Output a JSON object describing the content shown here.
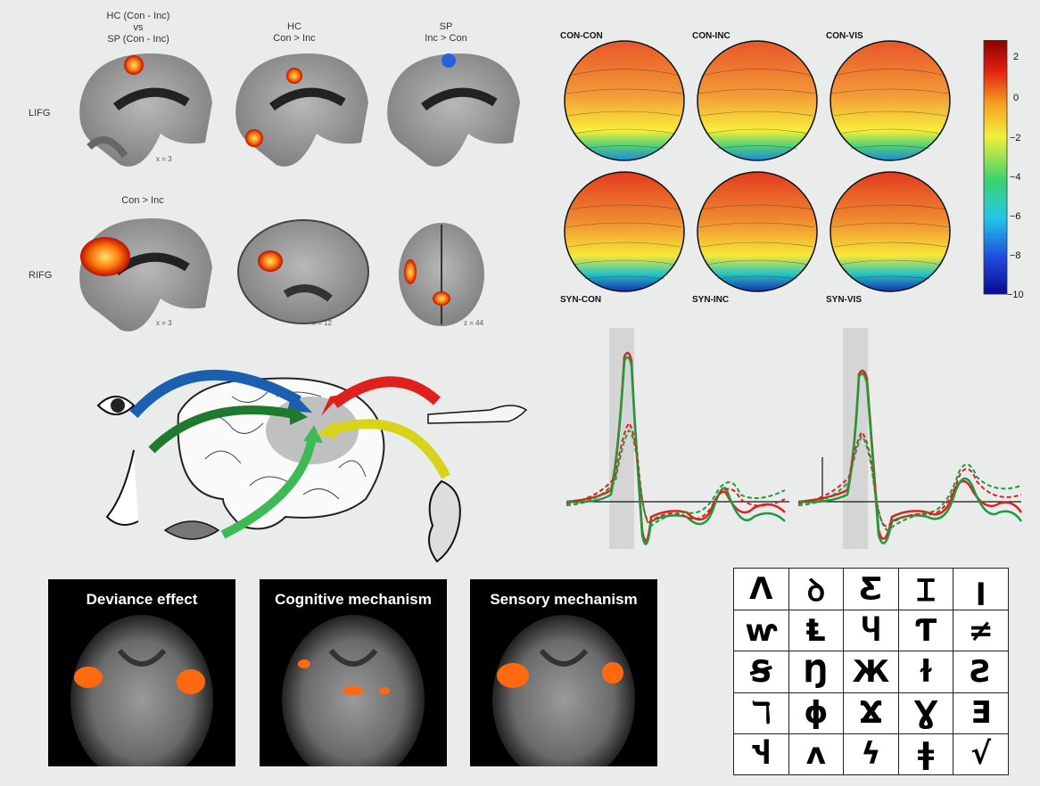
{
  "brain_slices": {
    "col1_title": "HC (Con - Inc)\nvs\nSP (Con - Inc)",
    "col2_title": "HC\nCon > Inc",
    "col3_title": "SP\nInc > Con",
    "row2_title": "Con > Inc",
    "row1_label": "LIFG",
    "row2_label": "RIFG",
    "coords": [
      "x = 3",
      "x = 3",
      "x = 12",
      "z = 44"
    ]
  },
  "topomaps": {
    "labels": [
      "CON-CON",
      "CON-INC",
      "CON-VIS",
      "SYN-CON",
      "SYN-INC",
      "SYN-VIS"
    ],
    "colorbar_ticks": [
      "2",
      "0",
      "−2",
      "−4",
      "−6",
      "−8",
      "−10"
    ]
  },
  "fmri_panels": {
    "titles": [
      "Deviance effect",
      "Cognitive mechanism",
      "Sensory mechanism"
    ]
  },
  "glyph_grid": {
    "glyphs": [
      "Λ",
      "ꝺ",
      "Ƹ",
      "Ɪ",
      "ꞁ",
      "ⱳ",
      "Ⱡ",
      "Ⴗ",
      "Ƭ",
      "≠",
      "Ꞩ",
      "Ŋ",
      "Ж",
      "ɫ",
      "Ƨ",
      "ℸ",
      "ϕ",
      "Ϫ",
      "Ɣ",
      "Ǝ",
      "Ⴣ",
      "ʌ",
      "ϟ",
      "ǂ",
      "√"
    ]
  },
  "colors": {
    "red": "#e0201c",
    "green": "#1e9a3c",
    "blue_arrow": "#1a5fb0",
    "yellow_arrow": "#d7d21a",
    "background": "#eaecec"
  }
}
